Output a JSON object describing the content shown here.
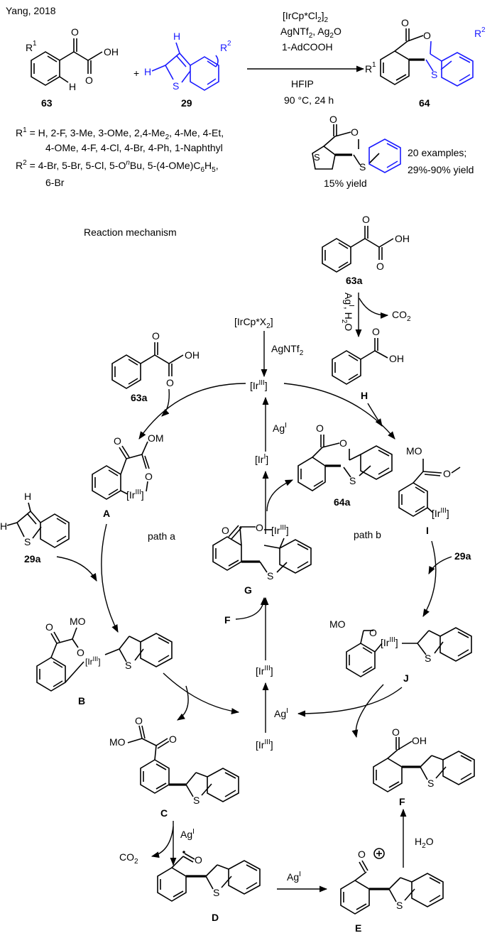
{
  "header": {
    "citation": "Yang, 2018"
  },
  "scheme": {
    "reactant_1_label": "63",
    "reactant_2_label": "29",
    "product_label": "64",
    "plus": "+",
    "conditions_above": [
      "[IrCp*Cl2]2",
      "AgNTf2, Ag2O",
      "1-AdCOOH"
    ],
    "conditions_below": [
      "HFIP",
      "90 °C, 24 h"
    ],
    "r1_text": "R1 = H, 2-F, 3-Me, 3-OMe, 2,4-Me2, 4-Me, 4-Et,",
    "r1_text_2": "4-OMe, 4-F, 4-Cl, 4-Br, 4-Ph, 1-Naphthyl",
    "r2_text": "R2 = 4-Br, 5-Br, 5-Cl, 5-OnBu, 5-(4-OMe)C6H5,",
    "r2_text_2": "6-Br",
    "thiophene_yield": "15% yield",
    "examples": "20 examples;",
    "yield_range": "29%-90% yield"
  },
  "mechanism": {
    "title": "Reaction mechanism",
    "labels": {
      "s63a_top": "63a",
      "s63a_left": "63a",
      "s29a_left": "29a",
      "s29a_right": "29a",
      "s64a": "64a",
      "A": "A",
      "B": "B",
      "C": "C",
      "D": "D",
      "E": "E",
      "F": "F",
      "F_in": "F",
      "G": "G",
      "H": "H",
      "I": "I",
      "J": "J"
    },
    "reagents": {
      "ag_h2o": "AgI, H2O",
      "co2_top": "CO2",
      "co2_bottom": "CO2",
      "precatalyst": "[IrCp*X2]",
      "agntf2": "AgNTf2",
      "ir3_top": "[IrIII]",
      "ir1": "[IrI]",
      "ag_mid": "AgI",
      "ir3_mid": "[IrIII]",
      "ir3_low": "[IrIII]",
      "ag_low": "AgI",
      "ag_cd": "AgI",
      "ag_de": "AgI",
      "h2o": "H2O"
    },
    "paths": {
      "a": "path a",
      "b": "path b"
    }
  }
}
